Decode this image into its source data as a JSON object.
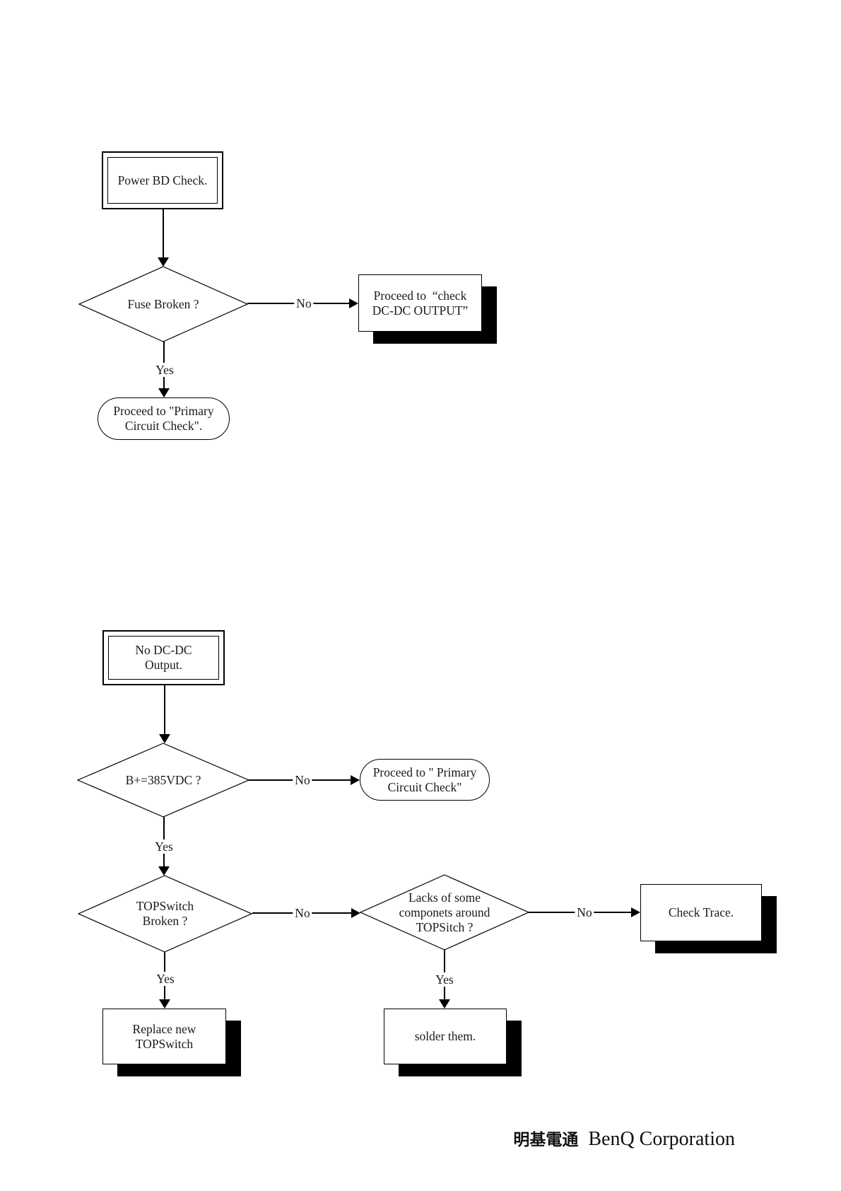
{
  "labels": {
    "yes": "Yes",
    "no": "No"
  },
  "flowchart_power_check": {
    "start": "Power BD Check.",
    "decision_fuse": "Fuse Broken ?",
    "process_check_dcdc_output": [
      "Proceed to  “check",
      "DC-DC OUTPUT”"
    ],
    "terminal_primary_circuit": [
      "Proceed to \"Primary",
      "Circuit Check\"."
    ]
  },
  "flowchart_no_dcdc_output": {
    "start": [
      "No DC-DC",
      "Output."
    ],
    "decision_b_voltage": "B+=385VDC ?",
    "terminal_primary_circuit": [
      "Proceed to \" Primary",
      "Circuit Check\""
    ],
    "decision_topswitch_broken": [
      "TOPSwitch",
      "Broken ?"
    ],
    "decision_lacks_components": [
      "Lacks of some",
      "componets  around",
      "TOPSitch ?"
    ],
    "process_check_trace": "Check Trace.",
    "process_replace_topswitch": [
      "Replace new",
      "TOPSwitch"
    ],
    "process_solder": "solder them."
  },
  "footer": {
    "company_cjk": "明基電通",
    "company_name": "BenQ Corporation"
  },
  "colors": {
    "line": "#000000",
    "shadow": "#000000",
    "background": "#ffffff",
    "text": "#1a1a1a"
  }
}
